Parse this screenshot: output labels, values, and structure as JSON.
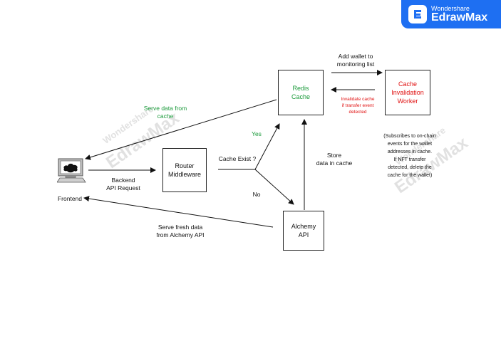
{
  "brand": {
    "line1": "Wondershare",
    "line2": "EdrawMax"
  },
  "watermark": {
    "line1": "Wondershare",
    "line2": "EdrawMax"
  },
  "nodes": {
    "frontend": "Frontend",
    "router": "Router\nMiddleware",
    "redis": "Redis\nCache",
    "worker": "Cache\nInvalidation\nWorker",
    "alchemy": "Alchemy\nAPI"
  },
  "labels": {
    "backend_request": "Backend\nAPI Request",
    "cache_exist": "Cache Exist ?",
    "yes": "Yes",
    "no": "No",
    "serve_cache": "Serve data from\ncache",
    "serve_fresh": "Serve fresh data\nfrom Alchemy API",
    "store_cache": "Store\ndata in cache",
    "add_wallet": "Add wallet to\nmonitoring list",
    "invalidate_cache": "Invalidate cache\nif transfer event\ndetected",
    "worker_note": "(Subscribes to on-chain\nevents for the wallet\naddresses in cache.\nIf NFT transfer\ndetected, delete the\ncache for the wallet)"
  },
  "colors": {
    "brand": "#1e6ff2",
    "yes_green": "#1a9a3a",
    "alert_red": "#e01010"
  }
}
